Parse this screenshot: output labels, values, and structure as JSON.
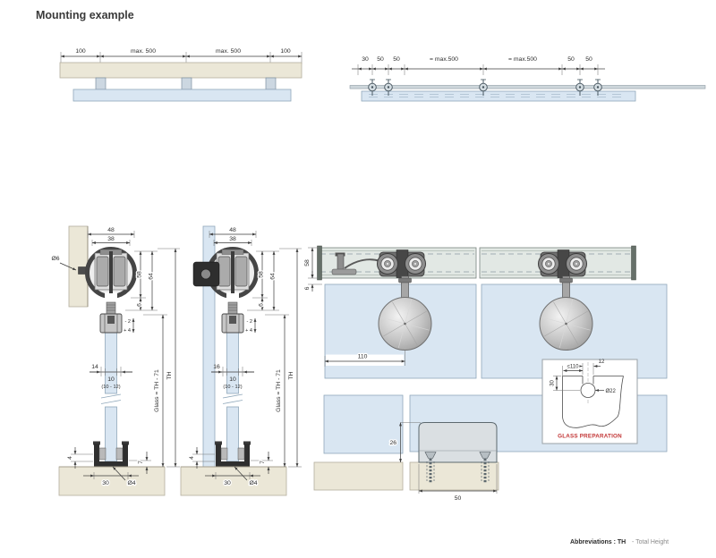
{
  "title": "Mounting example",
  "top_elevation": {
    "dims": [
      "100",
      "max. 500",
      "max. 500",
      "100"
    ]
  },
  "top_plan": {
    "dims": [
      "30",
      "50",
      "50",
      "= max.500",
      "= max.500",
      "50",
      "50"
    ]
  },
  "section_wall": {
    "anchor_dia": "Ø6",
    "outer_width": "48",
    "inner_width": "38",
    "profile_height": "58",
    "overall_height": "64",
    "gap": "6",
    "tol_minus": "- 2",
    "tol_plus": "+ 4",
    "bracket_width": "14",
    "glass_thickness": "10",
    "glass_thickness_range": "(10 - 12)",
    "glass_height": "Glass = TH - 71",
    "total_height": "TH",
    "guide_inset": "4",
    "floor_gap": "7",
    "guide_width": "30",
    "screw_dia": "Ø4"
  },
  "section_glass": {
    "outer_width": "48",
    "inner_width": "38",
    "profile_height": "58",
    "overall_height": "64",
    "gap": "6",
    "tol_minus": "- 2",
    "tol_plus": "+ 4",
    "bracket_width": "16",
    "glass_thickness": "10",
    "glass_thickness_range": "(10 - 12)",
    "glass_height": "Glass = TH - 71",
    "total_height": "TH",
    "guide_inset": "4",
    "floor_gap": "7",
    "guide_width": "30",
    "screw_dia": "Ø4"
  },
  "side_view": {
    "track_height": "58",
    "gap": "6",
    "disc_offset": "110"
  },
  "floor_guide": {
    "height": "26",
    "width": "50"
  },
  "glass_prep": {
    "edge_distance": "≤110",
    "slot_width": "12",
    "top_offset": "30",
    "hole_dia": "Ø22",
    "caption": "GLASS PREPARATION"
  },
  "footer": {
    "abbr": "Abbreviations : TH",
    "meaning": "- Total Height"
  }
}
